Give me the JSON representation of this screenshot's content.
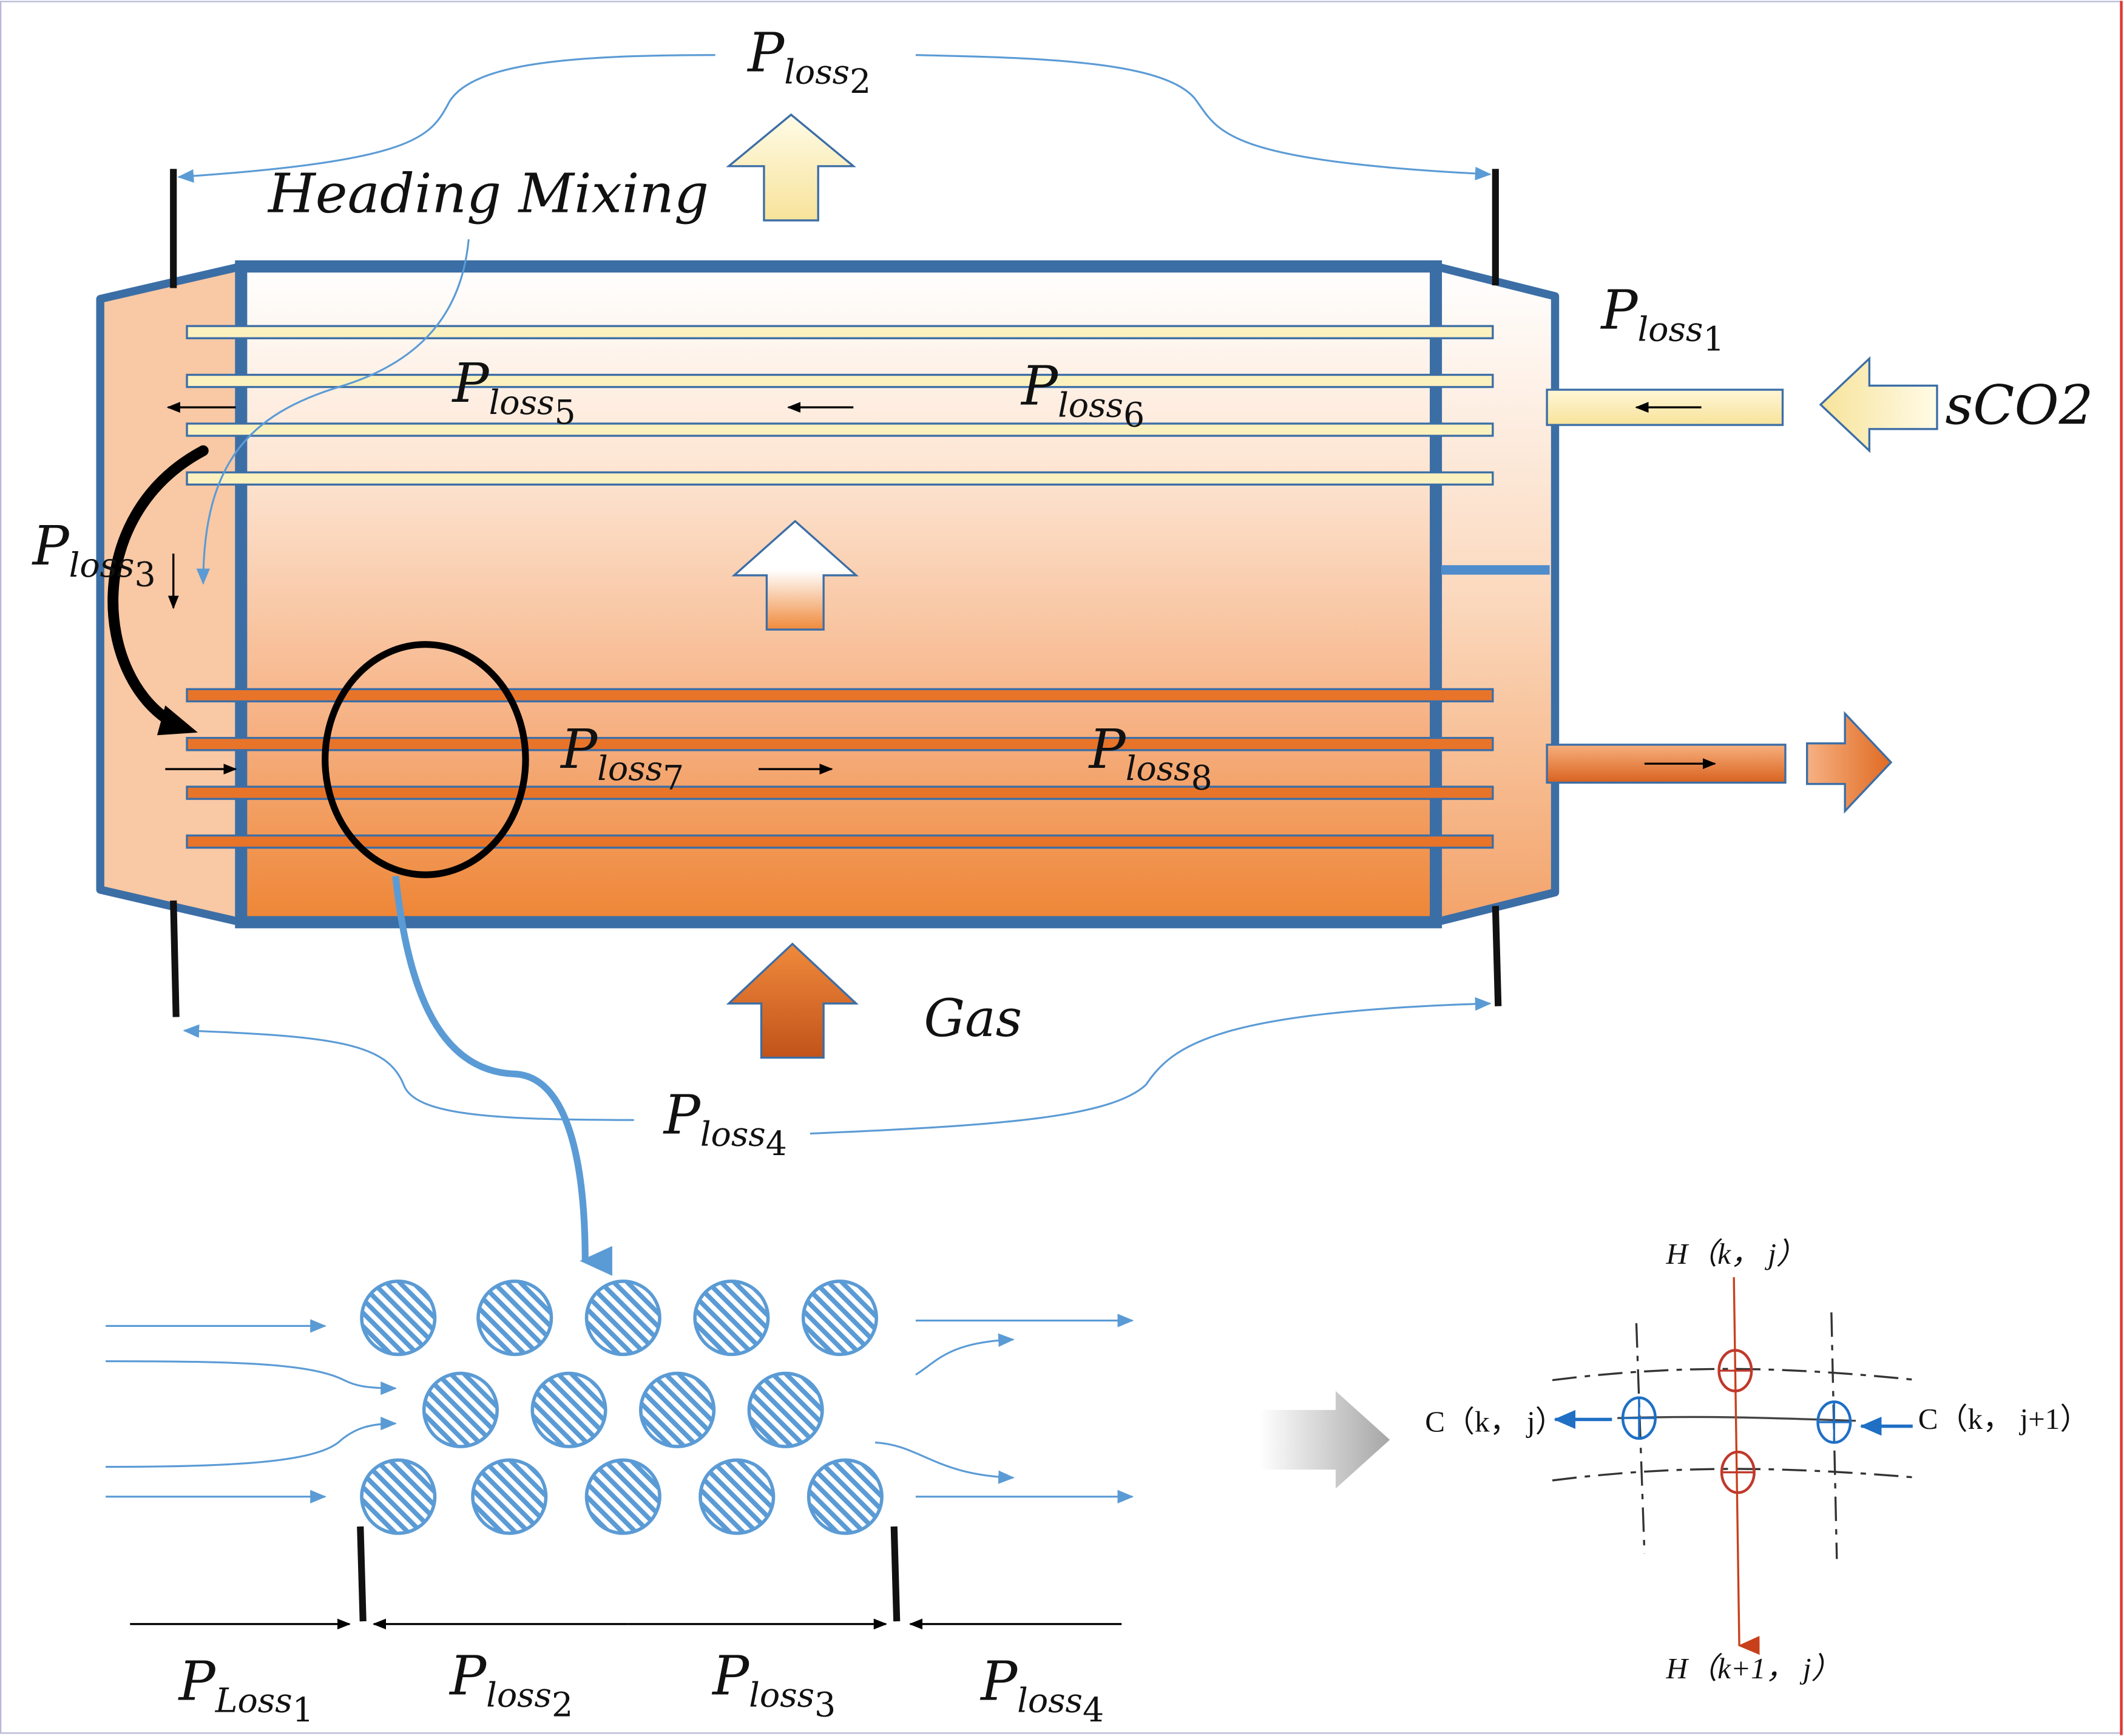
{
  "labels": {
    "heading_mixing": "Heading Mixing",
    "sco2": "sCO2",
    "gas": "Gas",
    "ploss_1": {
      "base": "P",
      "sub": "loss",
      "idx": "1"
    },
    "ploss_2": {
      "base": "P",
      "sub": "loss",
      "idx": "2"
    },
    "ploss_3": {
      "base": "P",
      "sub": "loss",
      "idx": "3"
    },
    "ploss_4": {
      "base": "P",
      "sub": "loss",
      "idx": "4"
    },
    "ploss_5": {
      "base": "P",
      "sub": "loss",
      "idx": "5"
    },
    "ploss_6": {
      "base": "P",
      "sub": "loss",
      "idx": "6"
    },
    "ploss_7": {
      "base": "P",
      "sub": "loss",
      "idx": "7"
    },
    "ploss_8": {
      "base": "P",
      "sub": "loss",
      "idx": "8"
    }
  },
  "bottom_labels": {
    "b1": {
      "base": "P",
      "sub": "Loss",
      "idx": "1"
    },
    "b2": {
      "base": "P",
      "sub": "loss",
      "idx": "2"
    },
    "b3": {
      "base": "P",
      "sub": "loss",
      "idx": "3"
    },
    "b4": {
      "base": "P",
      "sub": "loss",
      "idx": "4"
    }
  },
  "grid_labels": {
    "h_top": "H（k， j）",
    "h_bottom": "H（k+1， j）",
    "c_left": "C（k， j）",
    "c_right": "C（k， j+1）"
  },
  "colors": {
    "frame": "#3c6ea6",
    "hot_orange": "#e8742a",
    "light_orange": "#f8c9a5",
    "pale_yellow": "#fbf1bf",
    "blue_line": "#5b9bd5",
    "red_node": "#c0392b"
  }
}
